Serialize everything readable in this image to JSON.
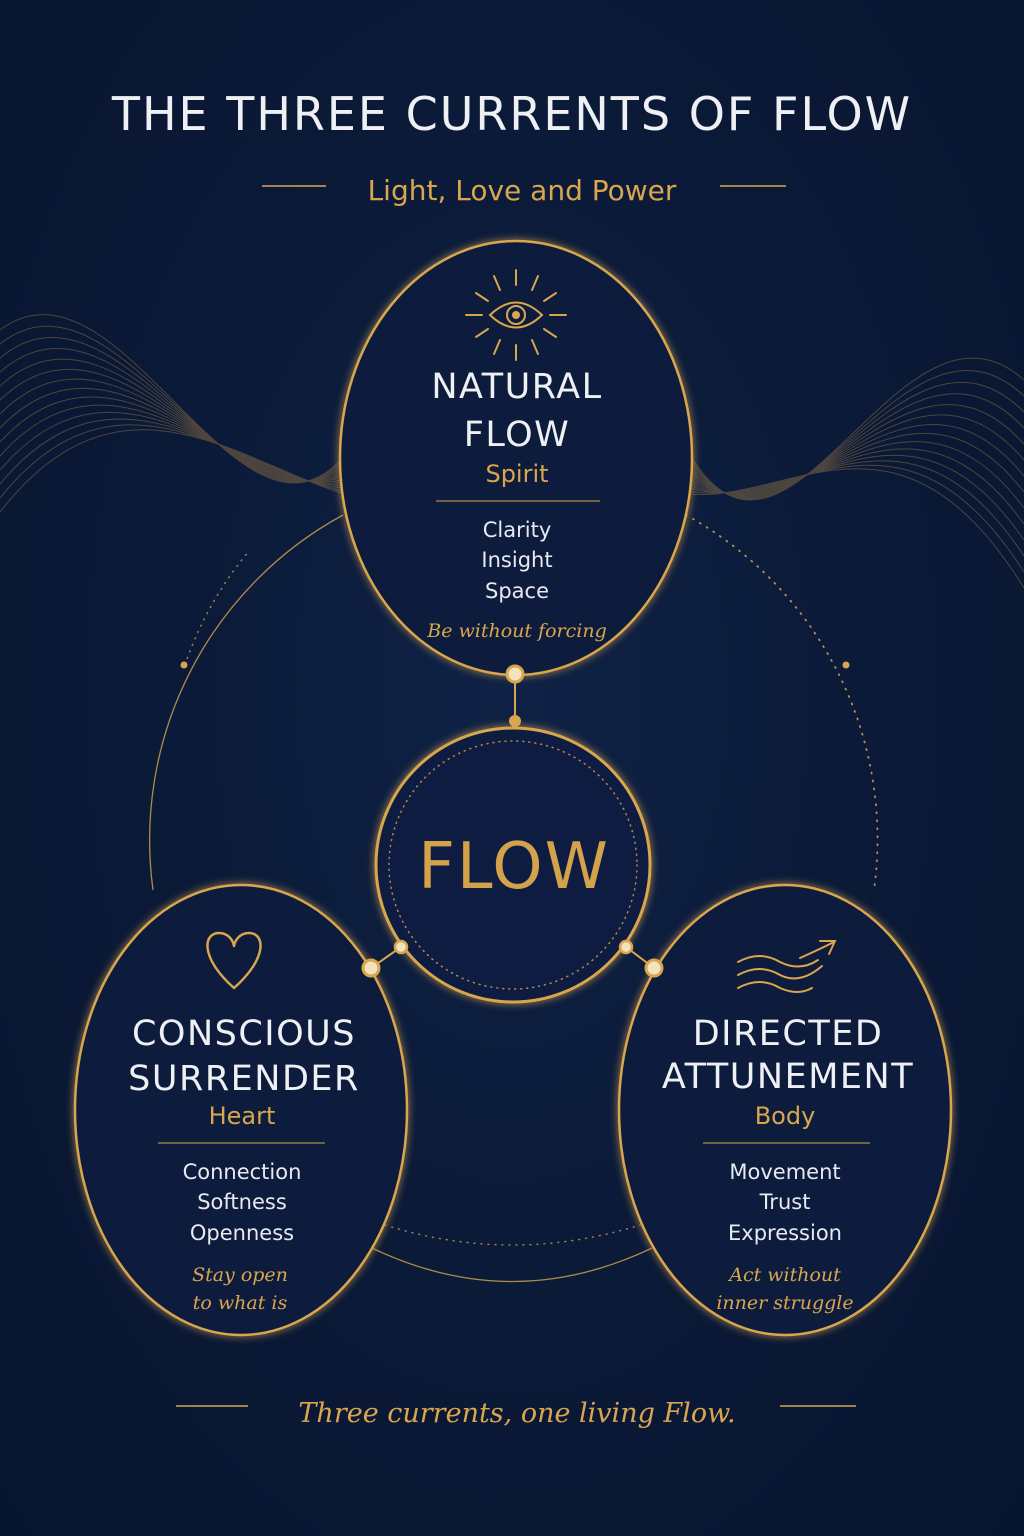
{
  "title": "THE THREE CURRENTS OF FLOW",
  "subtitle": "Light, Love and Power",
  "center_label": "FLOW",
  "footer": "Three currents, one living Flow.",
  "colors": {
    "background": "#0b1a38",
    "gold": "#d9a64e",
    "text": "#eef0f4"
  },
  "nodes": [
    {
      "icon": "radiant-eye-icon",
      "name_lines": [
        "NATURAL",
        "FLOW"
      ],
      "aspect": "Spirit",
      "qualities": [
        "Clarity",
        "Insight",
        "Space"
      ],
      "motto_lines": [
        "Be without forcing"
      ]
    },
    {
      "icon": "heart-icon",
      "name_lines": [
        "CONSCIOUS",
        "SURRENDER"
      ],
      "aspect": "Heart",
      "qualities": [
        "Connection",
        "Softness",
        "Openness"
      ],
      "motto_lines": [
        "Stay open",
        "to what is"
      ]
    },
    {
      "icon": "wave-arrow-icon",
      "name_lines": [
        "DIRECTED",
        "ATTUNEMENT"
      ],
      "aspect": "Body",
      "qualities": [
        "Movement",
        "Trust",
        "Expression"
      ],
      "motto_lines": [
        "Act without",
        "inner struggle"
      ]
    }
  ]
}
